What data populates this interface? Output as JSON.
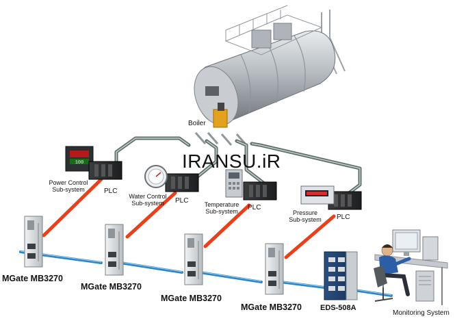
{
  "watermark": "IRANSU.iR",
  "boiler": {
    "label": "Boiler"
  },
  "subsystems": [
    {
      "name_line1": "Power Control",
      "name_line2": "Sub-system",
      "plc": "PLC",
      "meter_value": "100"
    },
    {
      "name_line1": "Water Control",
      "name_line2": "Sub-system",
      "plc": "PLC"
    },
    {
      "name_line1": "Temperature",
      "name_line2": "Sub-system",
      "plc": "PLC"
    },
    {
      "name_line1": "Pressure",
      "name_line2": "Sub-system",
      "plc": "PLC"
    }
  ],
  "gateways": [
    "MGate MB3270",
    "MGate MB3270",
    "MGate MB3270",
    "MGate MB3270"
  ],
  "switch": {
    "label": "EDS-508A"
  },
  "monitoring": {
    "label": "Monitoring System"
  },
  "colors": {
    "serial_link": "#e8401c",
    "ethernet_link": "#2a86c8",
    "cable": "#6b7f7a",
    "device_body": "#d7dadc"
  }
}
